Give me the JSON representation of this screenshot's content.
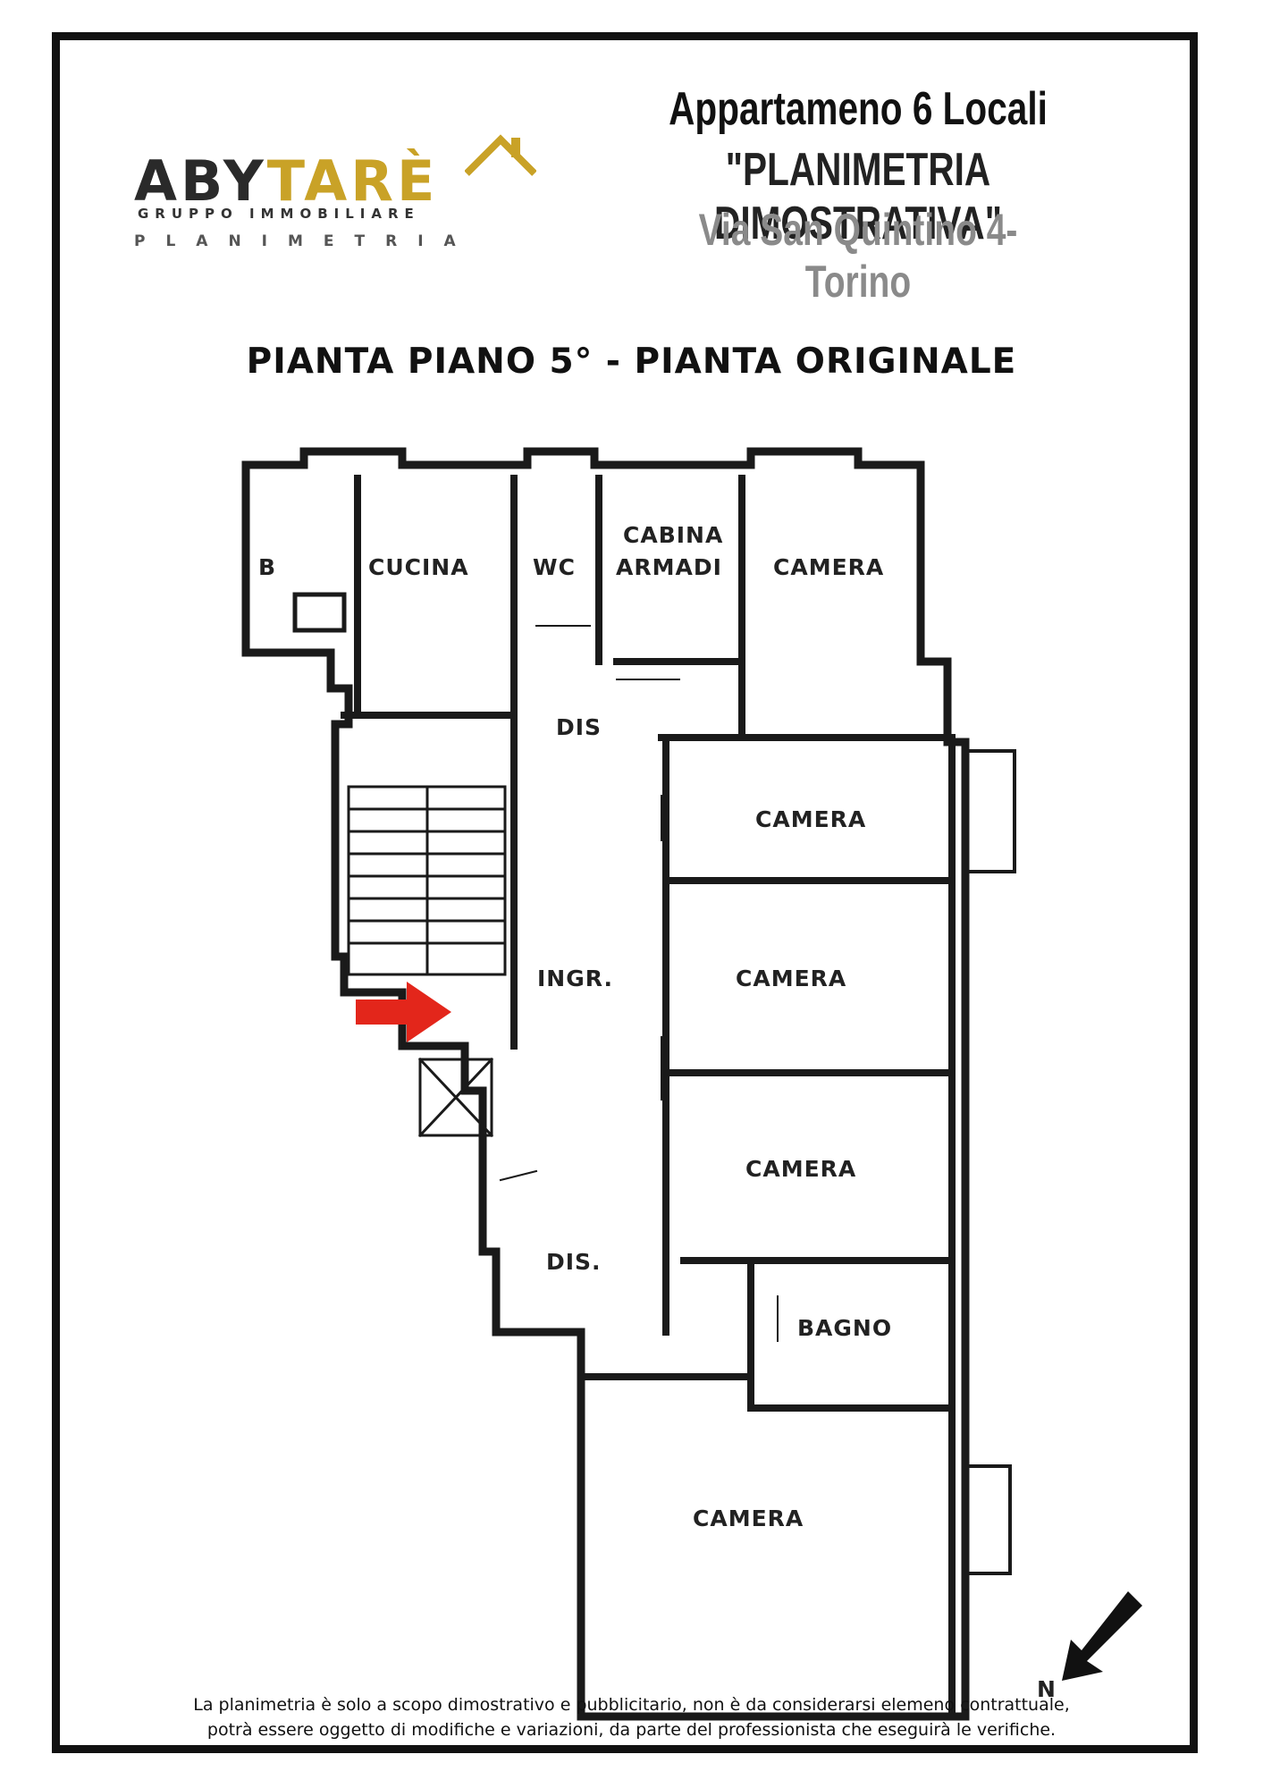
{
  "logo": {
    "brand_left": "ABY",
    "brand_right": "TARÈ",
    "tagline": "GRUPPO IMMOBILIARE",
    "subtitle": "PLANIMETRIA"
  },
  "header": {
    "line1": "Appartameno 6 Locali",
    "line2": "\"PLANIMETRIA DIMOSTRATIVA\"",
    "line3": "Via San Quintino 4- Torino"
  },
  "plan_title": "PIANTA PIANO 5° - PIANTA ORIGINALE",
  "rooms": {
    "b": "B",
    "cucina": "CUCINA",
    "wc": "WC",
    "cabina_line1": "CABINA",
    "cabina_line2": "ARMADI",
    "camera_top": "CAMERA",
    "dis_top": "DIS",
    "camera_2": "CAMERA",
    "ingr": "INGR.",
    "camera_3": "CAMERA",
    "camera_4": "CAMERA",
    "dis_bottom": "DIS.",
    "bagno": "BAGNO",
    "camera_bottom": "CAMERA"
  },
  "north_label": "N",
  "footer": {
    "line1": "La planimetria è solo a scopo dimostrativo e pubblicitario, non è da considerarsi elemeno contrattuale,",
    "line2": "potrà essere oggetto di modifiche e variazioni, da parte del professionista che eseguirà le verifiche."
  },
  "colors": {
    "frame": "#111111",
    "walls": "#1a1a1a",
    "logo_gold": "#c9a227",
    "address_grey": "#8a8a8a",
    "entrance_arrow": "#e3261b"
  }
}
